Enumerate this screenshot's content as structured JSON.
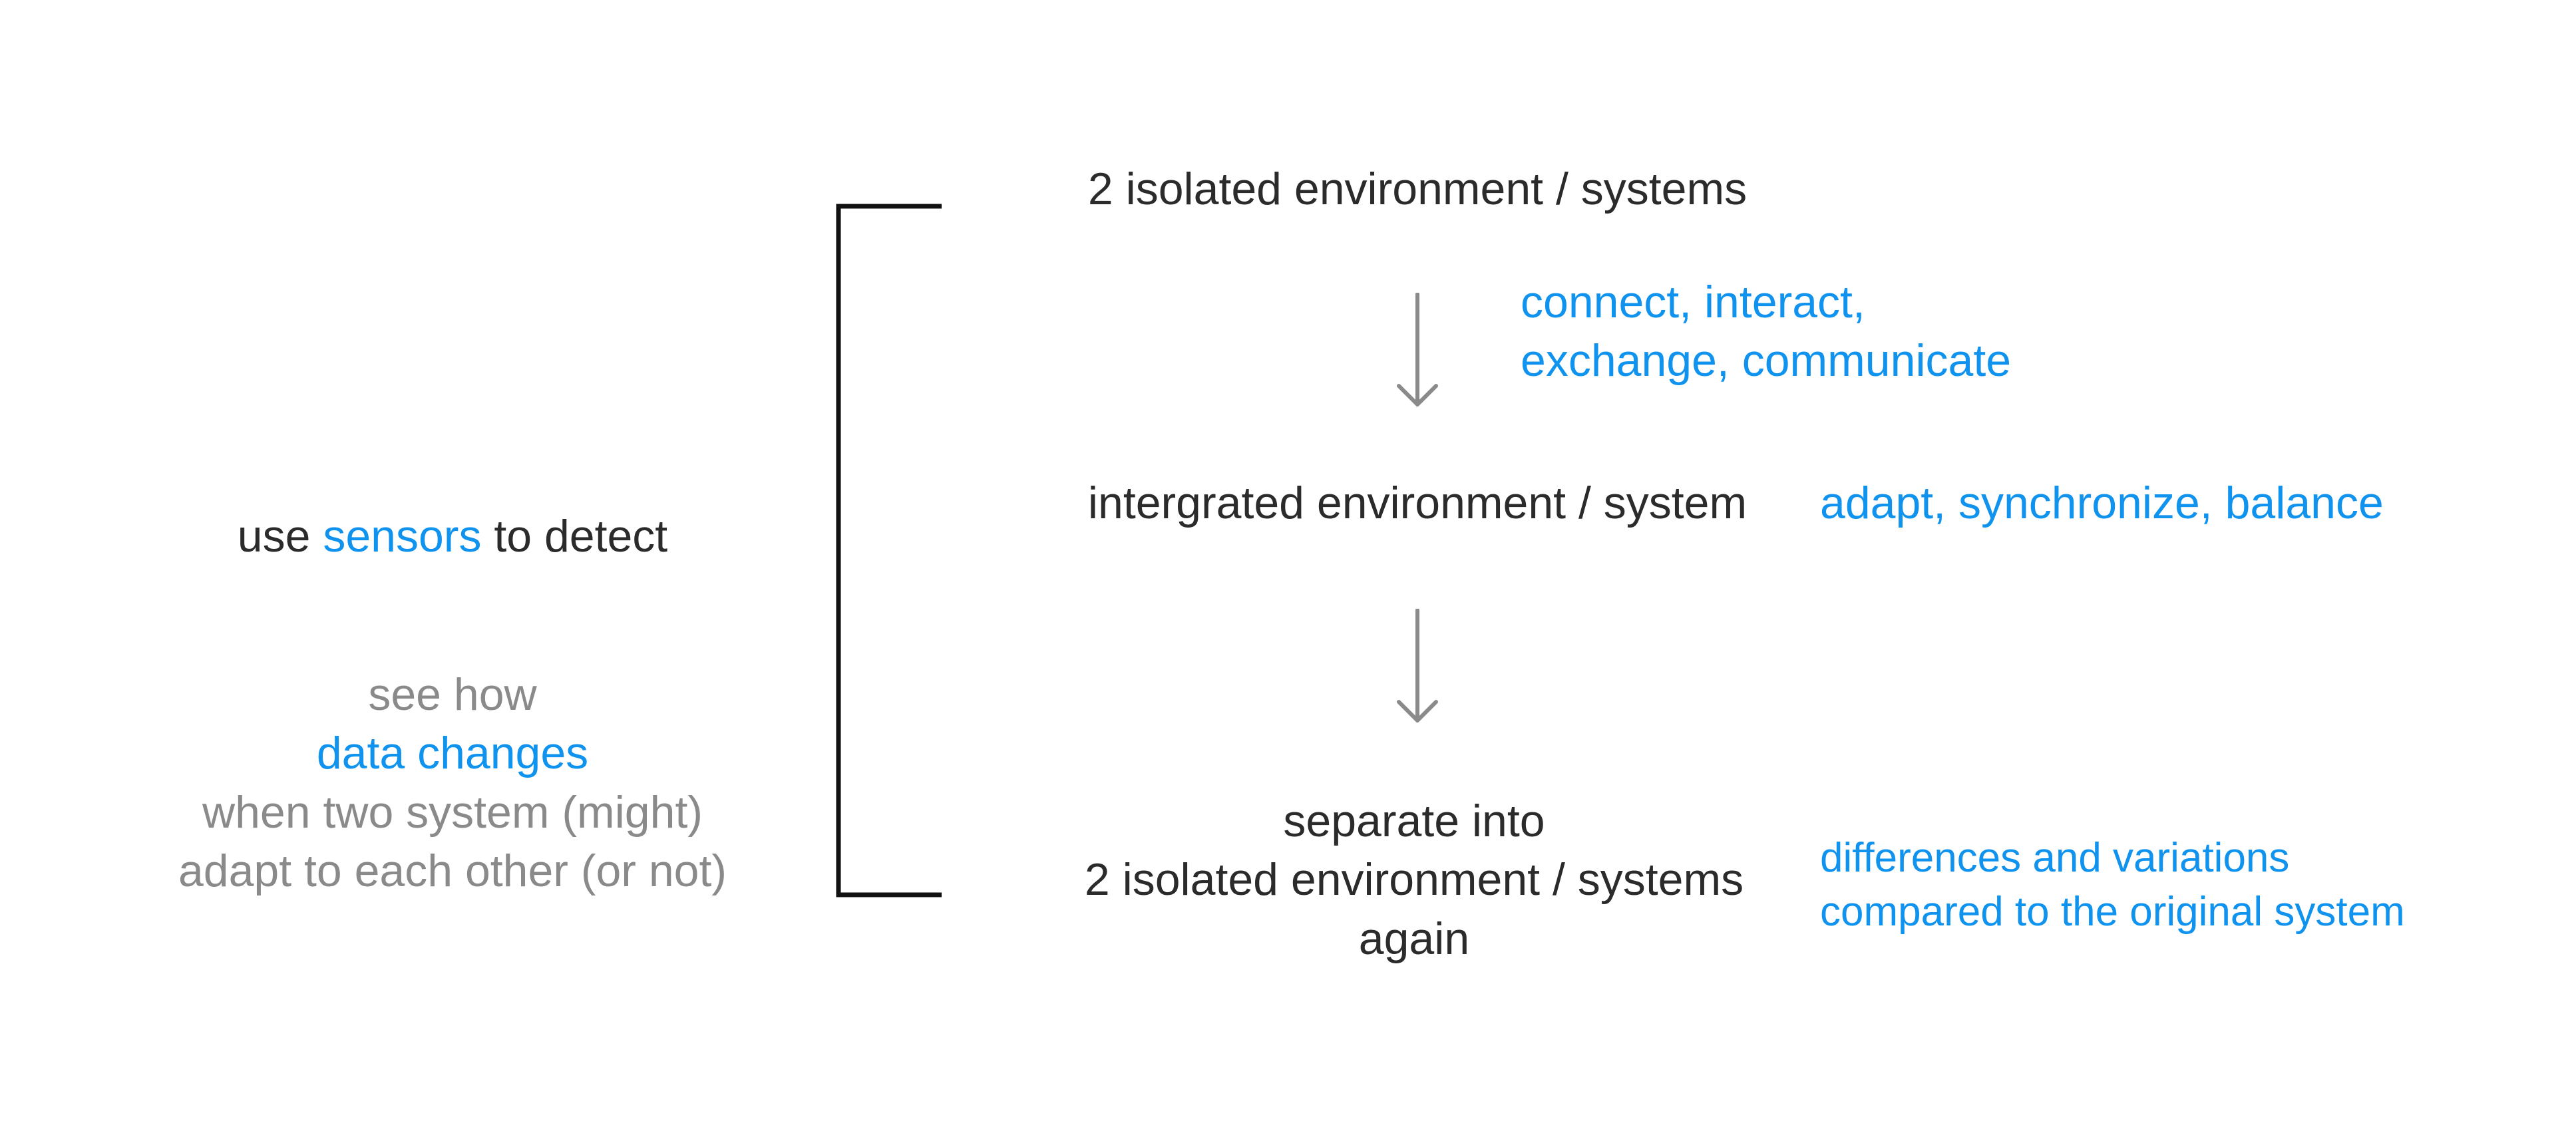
{
  "nodes": {
    "top": {
      "text": "2 isolated environment / systems"
    },
    "middle": {
      "text": "intergrated environment / system"
    },
    "bottom": {
      "lines": [
        "separate into",
        "2 isolated environment / systems",
        "again"
      ]
    }
  },
  "edge_labels": {
    "top_to_middle": {
      "lines": [
        "connect, interact,",
        "exchange, communicate"
      ]
    },
    "middle_side": {
      "text": "adapt, synchronize, balance"
    },
    "bottom_side": {
      "lines": [
        "differences and variations",
        "compared to the original system"
      ]
    }
  },
  "left_panel": {
    "sensor_line": {
      "prefix": "use",
      "highlight": "sensors",
      "suffix": "to detect"
    },
    "observe_lines": {
      "line1": "see how",
      "line2_highlight": "data changes",
      "line3": "when two system (might)",
      "line4": "adapt to each other (or not)"
    }
  },
  "colors": {
    "text_dark": "#2b2b2b",
    "text_gray": "#8a8a8a",
    "accent_blue": "#0f93ef",
    "arrow_gray": "#8a8a8a",
    "bracket": "#111111"
  }
}
